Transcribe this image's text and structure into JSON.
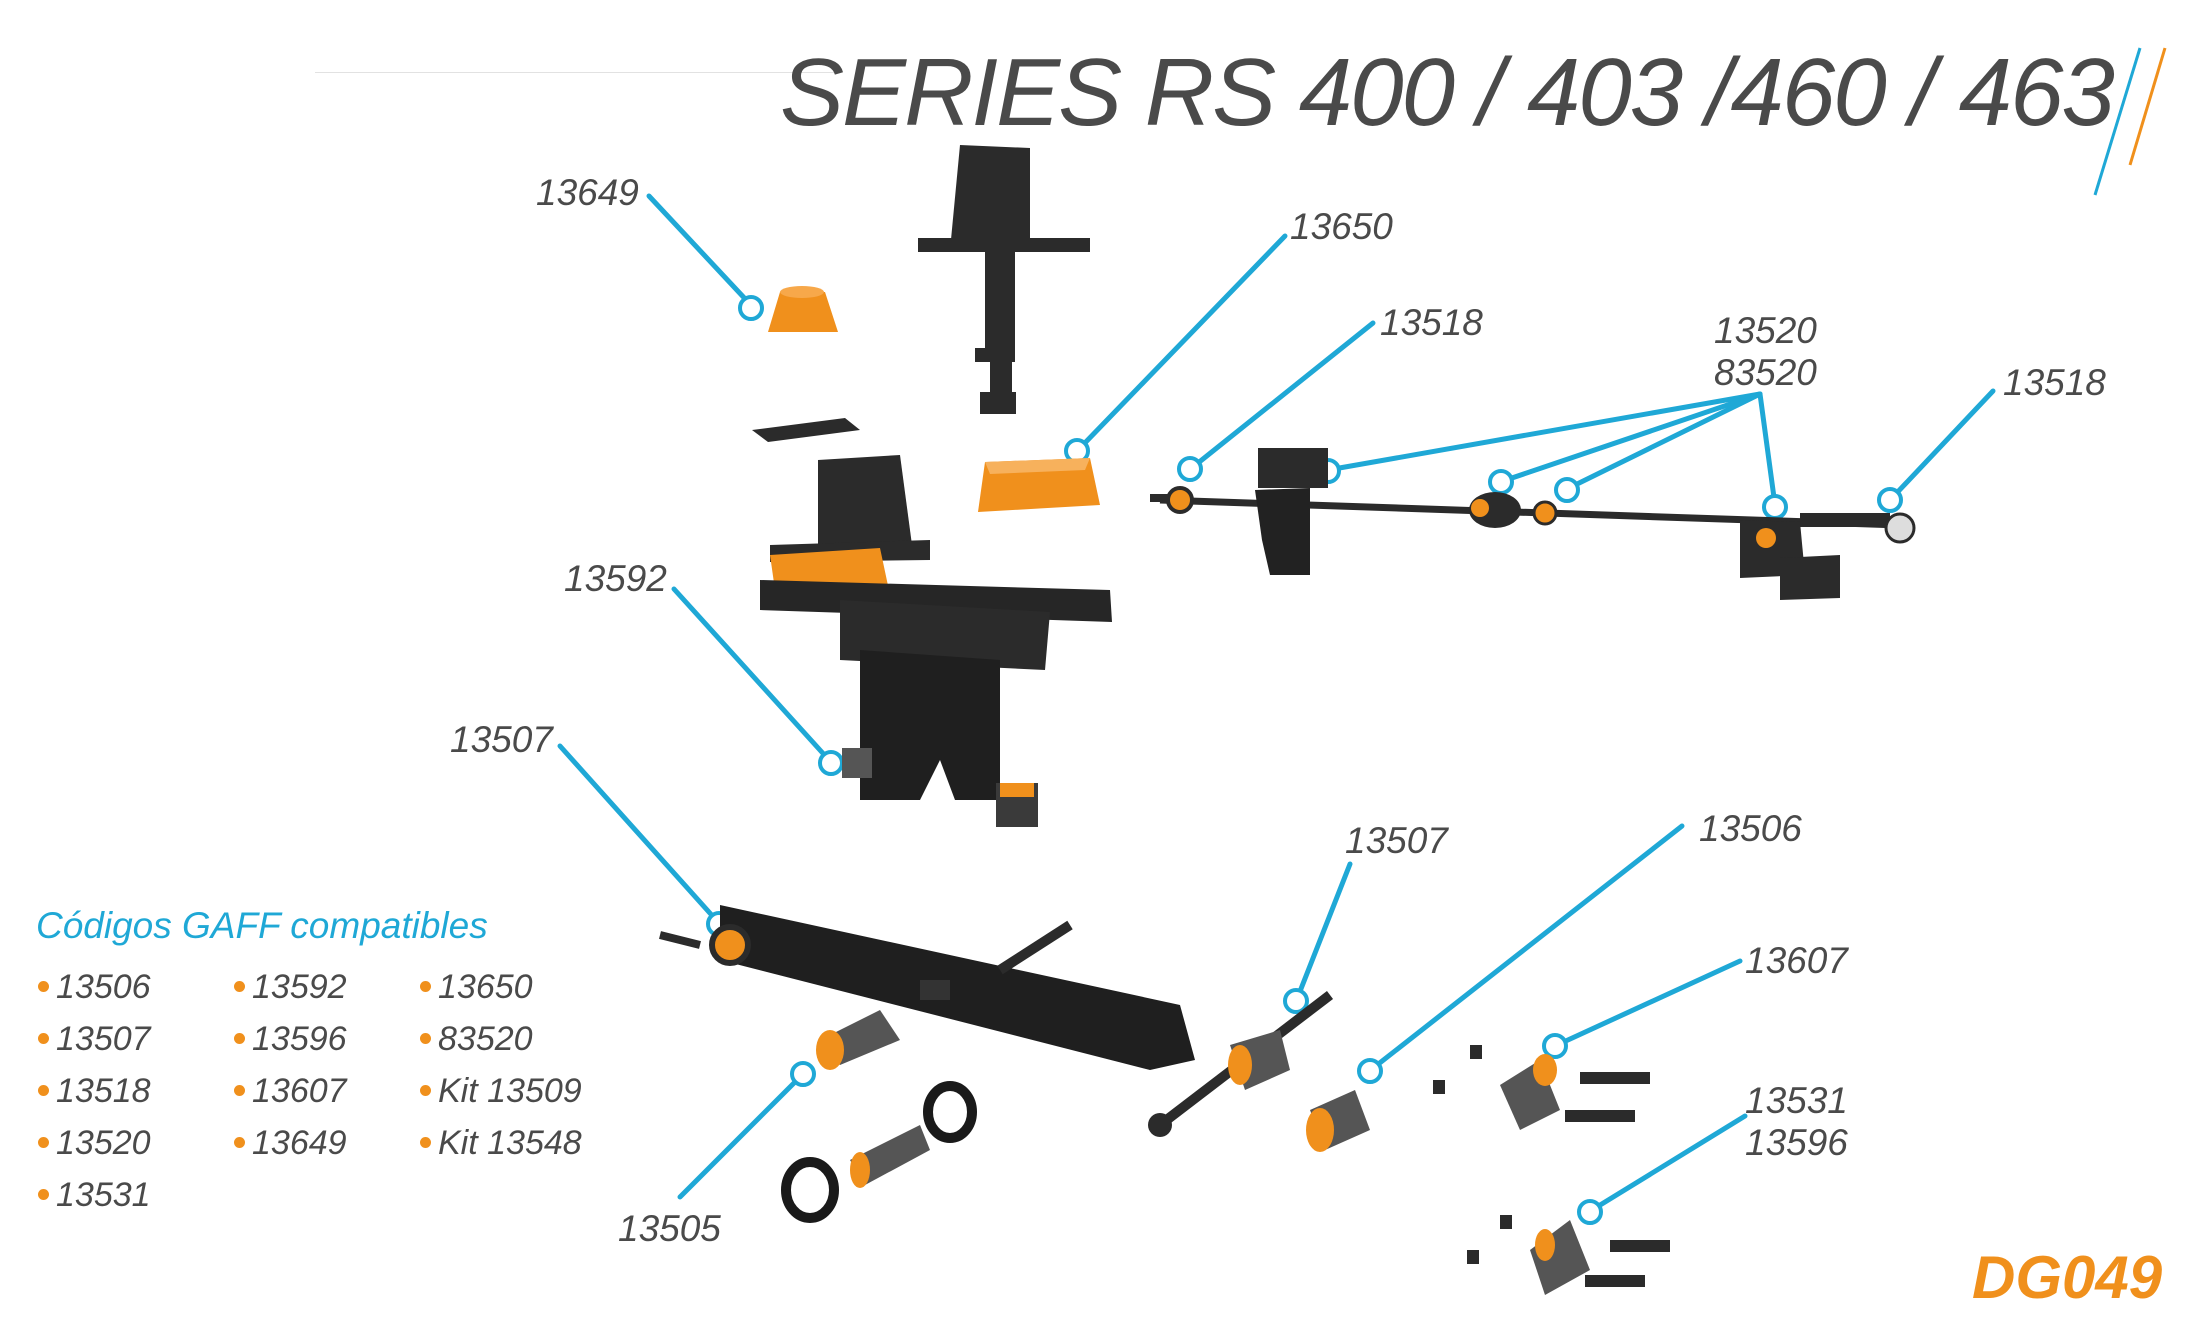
{
  "title": "SERIES RS 400 / 403 /460 / 463",
  "callouts": {
    "c13649": "13649",
    "c13650": "13650",
    "c13518_left": "13518",
    "c13520": "13520",
    "c83520": "83520",
    "c13518_right": "13518",
    "c13592": "13592",
    "c13507_left": "13507",
    "c13507_mid": "13507",
    "c13506": "13506",
    "c13607": "13607",
    "c13531": "13531",
    "c13596": "13596",
    "c13505": "13505"
  },
  "compatible": {
    "title": "Códigos GAFF compatibles",
    "col1": [
      "13506",
      "13507",
      "13518",
      "13520",
      "13531"
    ],
    "col2": [
      "13592",
      "13596",
      "13607",
      "13649"
    ],
    "col3": [
      "13650",
      "83520",
      "Kit 13509",
      "Kit 13548"
    ]
  },
  "code": "DG049",
  "colors": {
    "accent_blue": "#1fa8d6",
    "accent_orange": "#f0901c",
    "text_gray": "#4a4a4a",
    "part_dark": "#2b2b2b"
  }
}
